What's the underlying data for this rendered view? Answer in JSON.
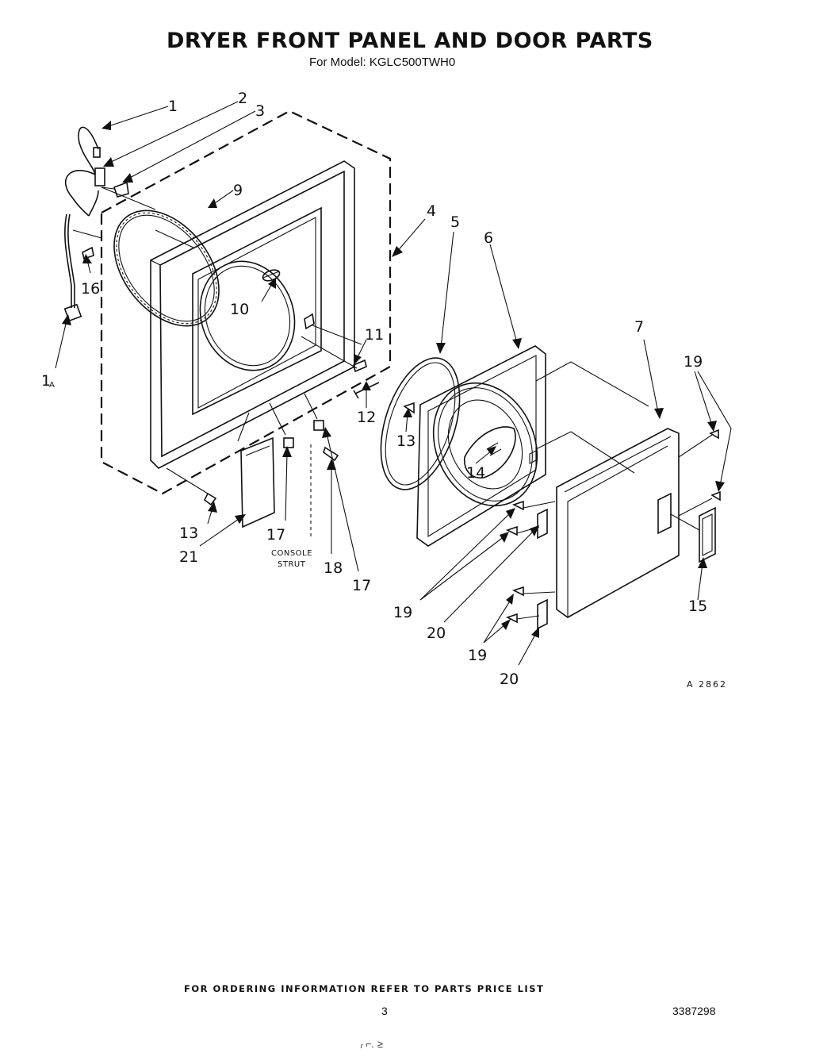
{
  "header": {
    "title": "DRYER FRONT PANEL AND DOOR PARTS",
    "subtitle": "For Model: KGLC500TWH0"
  },
  "diagram": {
    "callouts": {
      "c1": "1",
      "c2": "2",
      "c3": "3",
      "c4": "4",
      "c5": "5",
      "c6": "6",
      "c7": "7",
      "c9": "9",
      "c10": "10",
      "c11": "11",
      "c12": "12",
      "c13a": "13",
      "c13b": "13",
      "c14": "14",
      "c15": "15",
      "c16": "16",
      "c17a": "17",
      "c17b": "17",
      "c18": "18",
      "c19a": "19",
      "c19b": "19",
      "c19c": "19",
      "c20a": "20",
      "c20b": "20",
      "c21": "21",
      "c1a_num": "1",
      "c1a_sub": "A"
    },
    "console_strut_line1": "CONSOLE",
    "console_strut_line2": "STRUT",
    "figure_code": "A 2862"
  },
  "footer": {
    "ordering_note": "FOR ORDERING INFORMATION REFER TO PARTS PRICE LIST",
    "page_number": "3",
    "document_number": "3387298",
    "bottom_mark": "ᵣ ⌐. ≥"
  }
}
